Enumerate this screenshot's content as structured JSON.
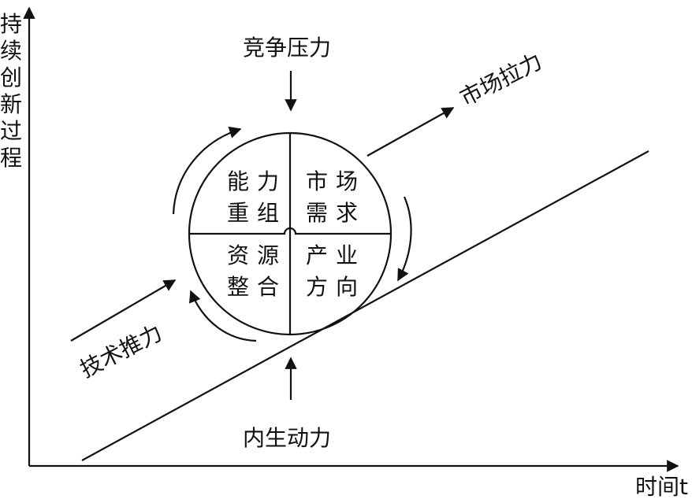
{
  "axes": {
    "y_label": [
      "持",
      "续",
      "创",
      "新",
      "过",
      "程"
    ],
    "x_label": "时间t"
  },
  "forces": {
    "competition": "竞争压力",
    "market_pull": "市场拉力",
    "tech_push": "技术推力",
    "internal_drive": "内生动力"
  },
  "quadrants": {
    "top_left": [
      "能力",
      "重组"
    ],
    "top_right": [
      "市场",
      "需求"
    ],
    "bottom_left": [
      "资源",
      "整合"
    ],
    "bottom_right": [
      "产业",
      "方向"
    ]
  },
  "colors": {
    "ink": "#111111",
    "background": "#ffffff"
  }
}
